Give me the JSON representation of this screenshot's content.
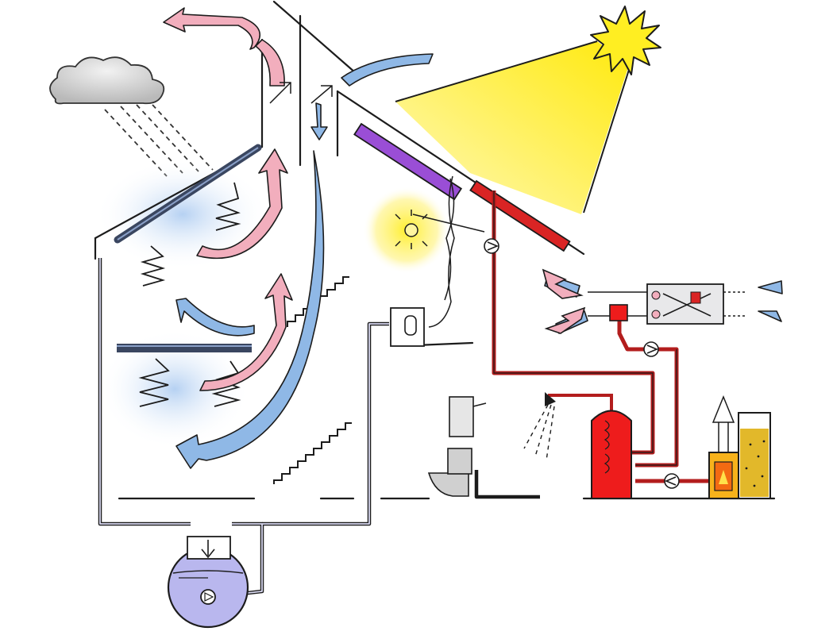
{
  "diagram": {
    "kind": "sustainable-house-energy-flow-sketch",
    "colors": {
      "outline": "#1c1c1c",
      "cold_air": "#8fb8e6",
      "warm_air": "#f2aebd",
      "hot_water": "#b31d1d",
      "hot_tank": "#ee1c1c",
      "rain_tank": "#b9b7ee",
      "sun": "#ffee22",
      "sun_beam": "#fff066",
      "solar_pv": "#9a4ed6",
      "glazing": "#3a4660",
      "cloud": "#cfcfcf",
      "boiler_flame": "#f7b21b",
      "pellet_store": "#e2b82a"
    },
    "elements": [
      "cloud-icon",
      "rain-icon",
      "sun-icon",
      "sunlight-beam",
      "solar-pv-panel",
      "solar-thermal-collector",
      "lamp-icon",
      "rainwater-tank",
      "rainwater-pump",
      "heat-exchanger",
      "hot-water-tank",
      "pellet-boiler",
      "pellet-store",
      "toilet-icon",
      "shower-icon",
      "washing-machine-icon",
      "circulation-pump-icon"
    ]
  }
}
